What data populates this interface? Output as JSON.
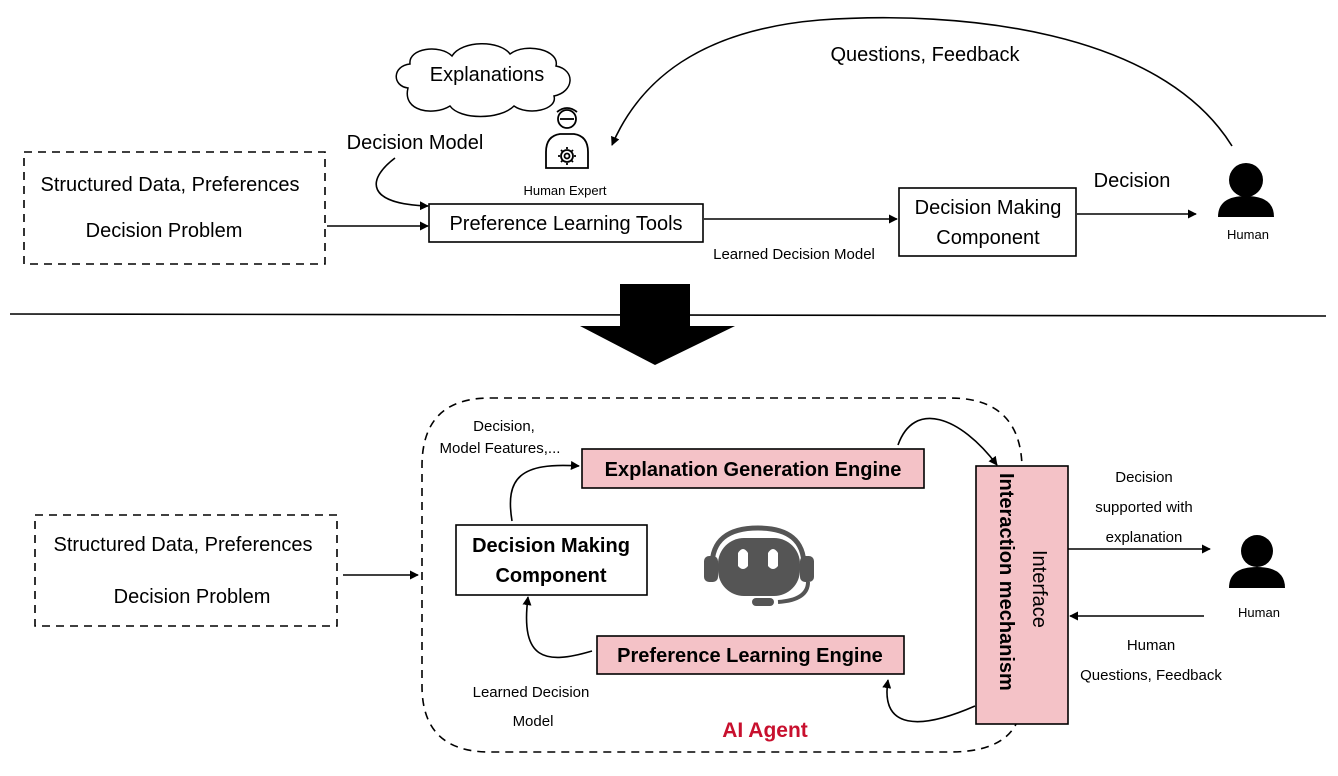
{
  "top": {
    "input_line1": "Structured Data, Preferences",
    "input_line2": "Decision Problem",
    "decision_model_label": "Decision Model",
    "explanations_label": "Explanations",
    "human_expert_label": "Human Expert",
    "preference_tools_label": "Preference Learning Tools",
    "learned_model_label": "Learned Decision Model",
    "dm_component_line1": "Decision Making",
    "dm_component_line2": "Component",
    "decision_label": "Decision",
    "human_label": "Human",
    "feedback_label": "Questions, Feedback"
  },
  "bottom": {
    "input_line1": "Structured Data, Preferences",
    "input_line2": "Decision Problem",
    "decision_features_line1": "Decision,",
    "decision_features_line2": "Model Features,...",
    "explanation_engine_label": "Explanation Generation Engine",
    "dm_component_line1": "Decision Making",
    "dm_component_line2": "Component",
    "preference_engine_label": "Preference Learning Engine",
    "learned_decision_line1": "Learned Decision",
    "learned_decision_line2": "Model",
    "ai_agent_label": "AI Agent",
    "interaction_label": "Interaction mechanism",
    "interface_label": "Interface",
    "decision_supported_line1": "Decision",
    "decision_supported_line2": "supported with",
    "decision_supported_line3": "explanation",
    "human_label": "Human",
    "human_feedback_line1": "Human",
    "human_feedback_line2": "Questions, Feedback"
  },
  "icons": {
    "human_expert": "human-expert-icon",
    "human": "person-icon",
    "robot": "robot-headset-icon",
    "transform_arrow": "down-arrow-icon"
  },
  "colors": {
    "engine_fill": "#f4c2c7",
    "ai_agent_text": "#c8102e",
    "robot_icon": "#555555"
  }
}
